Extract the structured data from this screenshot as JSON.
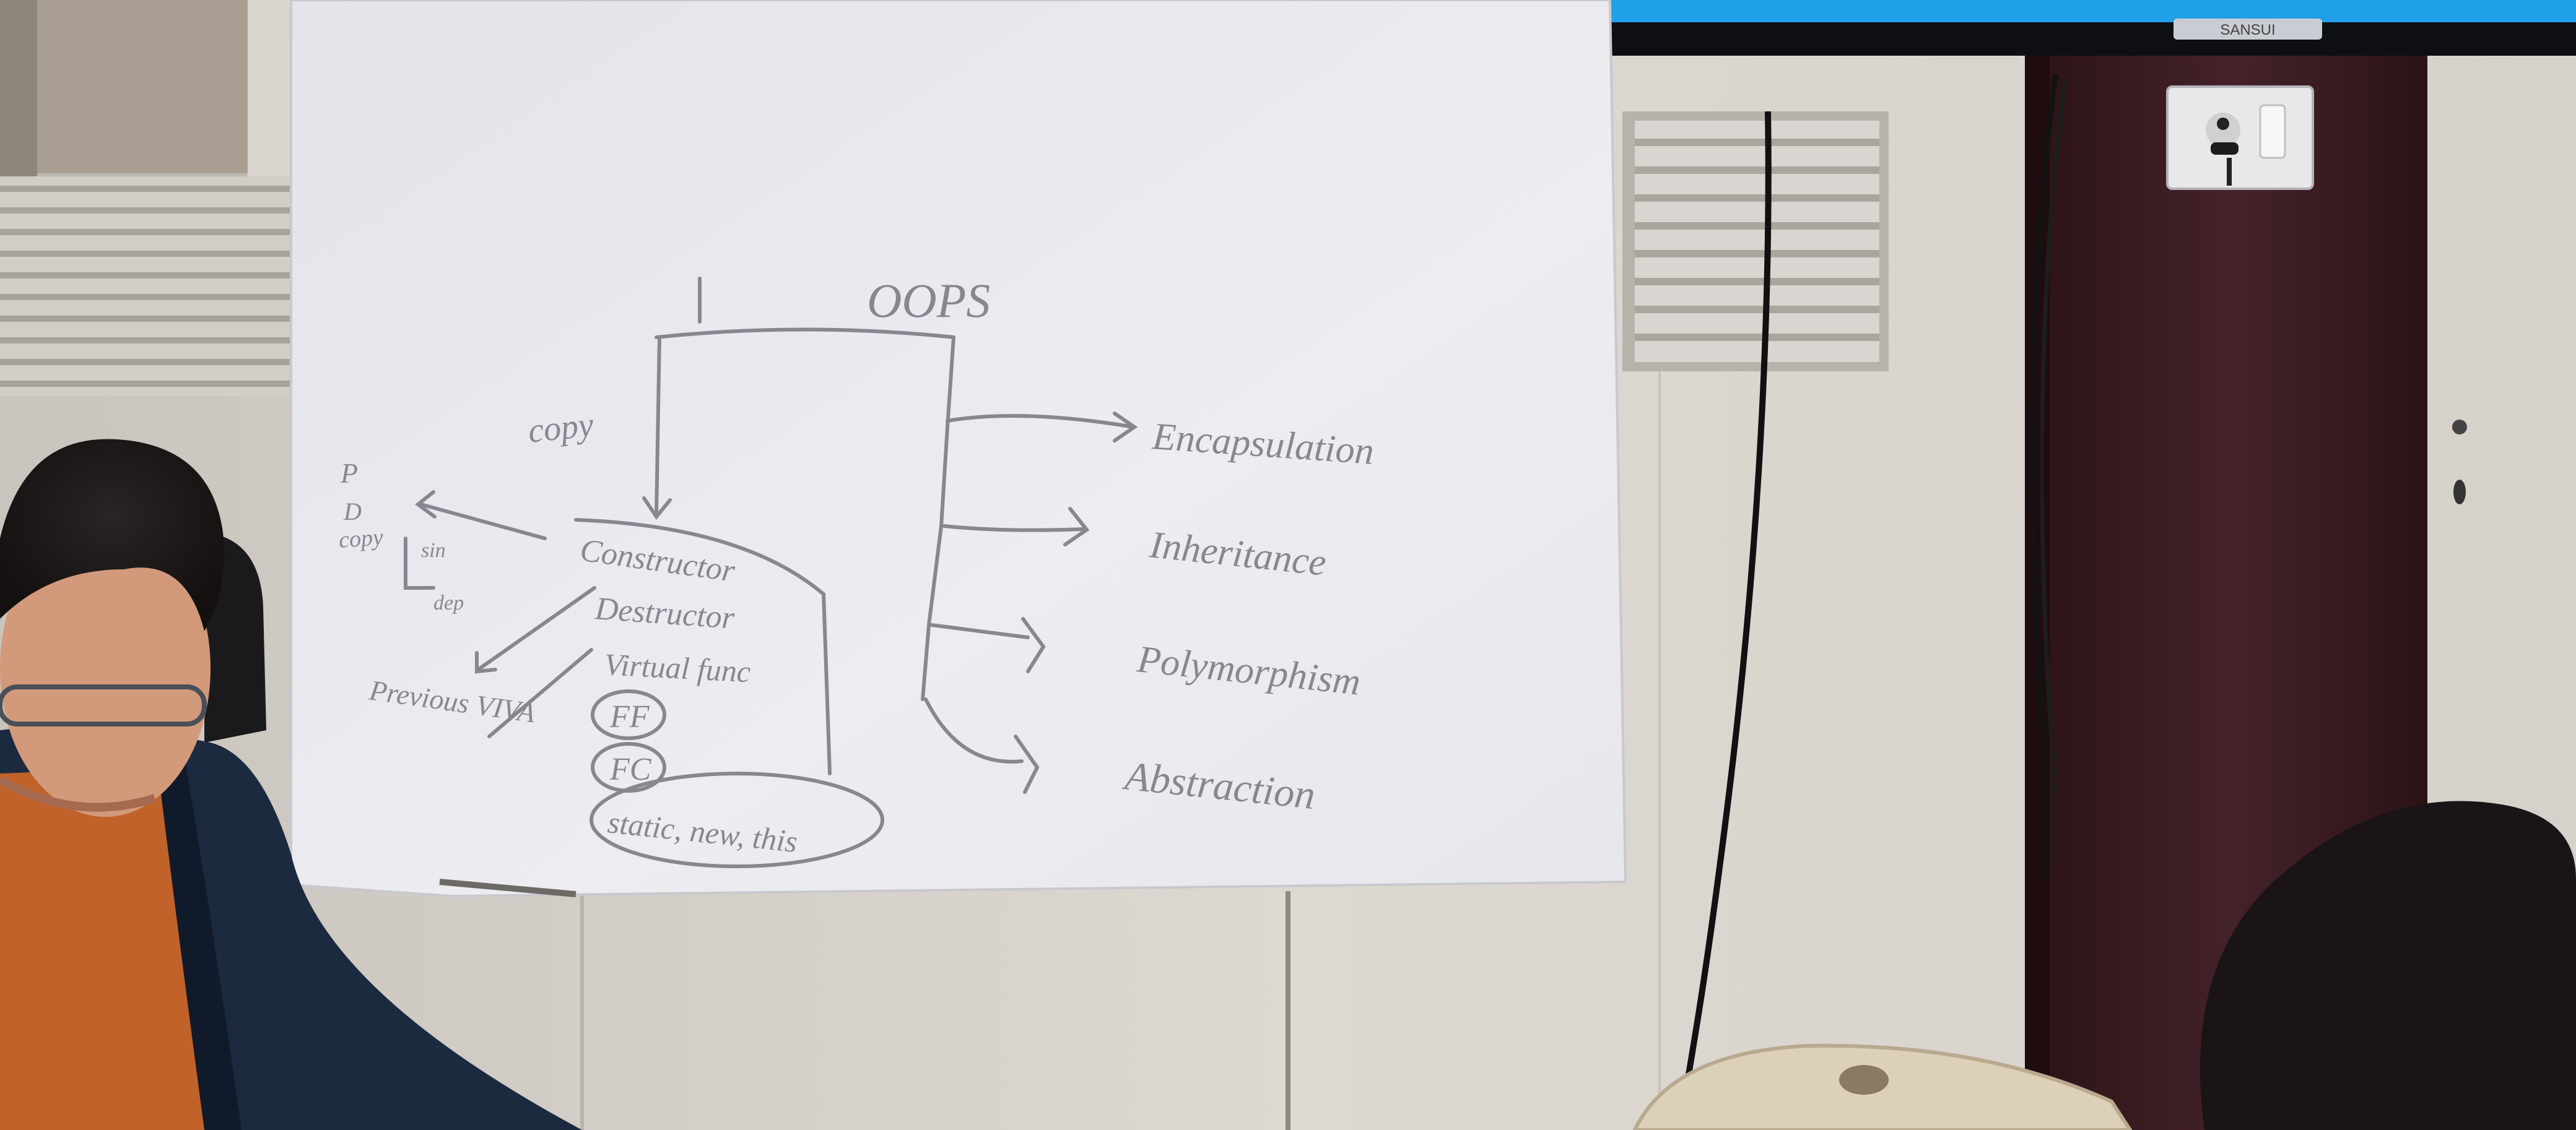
{
  "scene": {
    "description_colors": {
      "wall": "#d8d3cc",
      "board": "#e9e9ee",
      "marker": "#8a8690",
      "tv_screen": "#1fa0e8",
      "door": "#3a1c1e",
      "jacket": "#1c2a40",
      "shirt": "#c0622a"
    },
    "tv_brand": "SANSUI",
    "whiteboard": {
      "title": "OOPS",
      "pillars": [
        "Encapsulation",
        "Inheritance",
        "Polymorphism",
        "Abstraction"
      ],
      "left_branch_label": "copy",
      "inheritance_items": [
        "Constructor",
        "Destructor",
        "Virtual func",
        "FF",
        "FC",
        "static, new, this"
      ],
      "access_notes": [
        "P",
        "D",
        "copy",
        "sin",
        "dep"
      ],
      "extra_note": "Previous VIVA"
    }
  }
}
